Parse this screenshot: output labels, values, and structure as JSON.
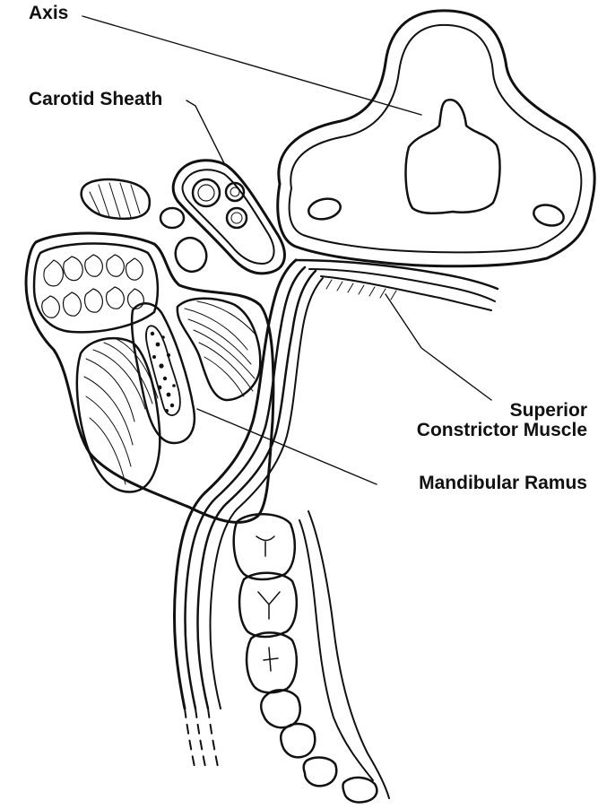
{
  "labels": {
    "axis": "Axis",
    "carotid_sheath": "Carotid Sheath",
    "superior_line1": "Superior",
    "superior_line2": "Constrictor Muscle",
    "mandibular_ramus": "Mandibular Ramus"
  },
  "colors": {
    "ink": "#111111",
    "background": "#ffffff"
  }
}
